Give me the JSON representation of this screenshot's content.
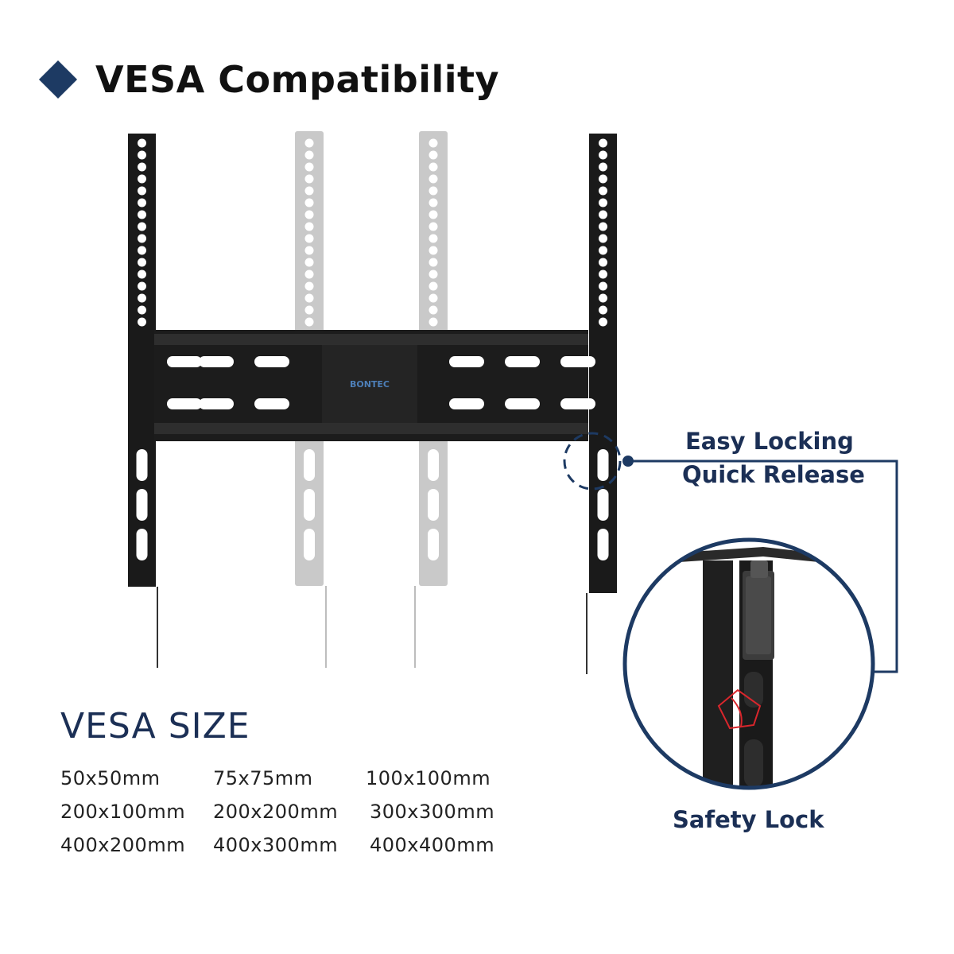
{
  "header": {
    "title": "VESA Compatibility"
  },
  "callouts": {
    "easy_locking_line1": "Easy Locking",
    "easy_locking_line2": "Quick Release",
    "safety_lock": "Safety Lock"
  },
  "bracket": {
    "brand": "BONTEC"
  },
  "vesa": {
    "heading": "VESA SIZE",
    "sizes": [
      [
        "50x50mm",
        "75x75mm",
        "100x100mm"
      ],
      [
        "200x100mm",
        "200x200mm",
        "300x300mm"
      ],
      [
        "400x200mm",
        "400x300mm",
        "400x400mm"
      ]
    ]
  },
  "colors": {
    "navy": "#1d3a63",
    "bracket_black": "#1a1a1a",
    "bracket_ghost": "#c9c9c9",
    "lock_highlight": "#d9262c"
  }
}
